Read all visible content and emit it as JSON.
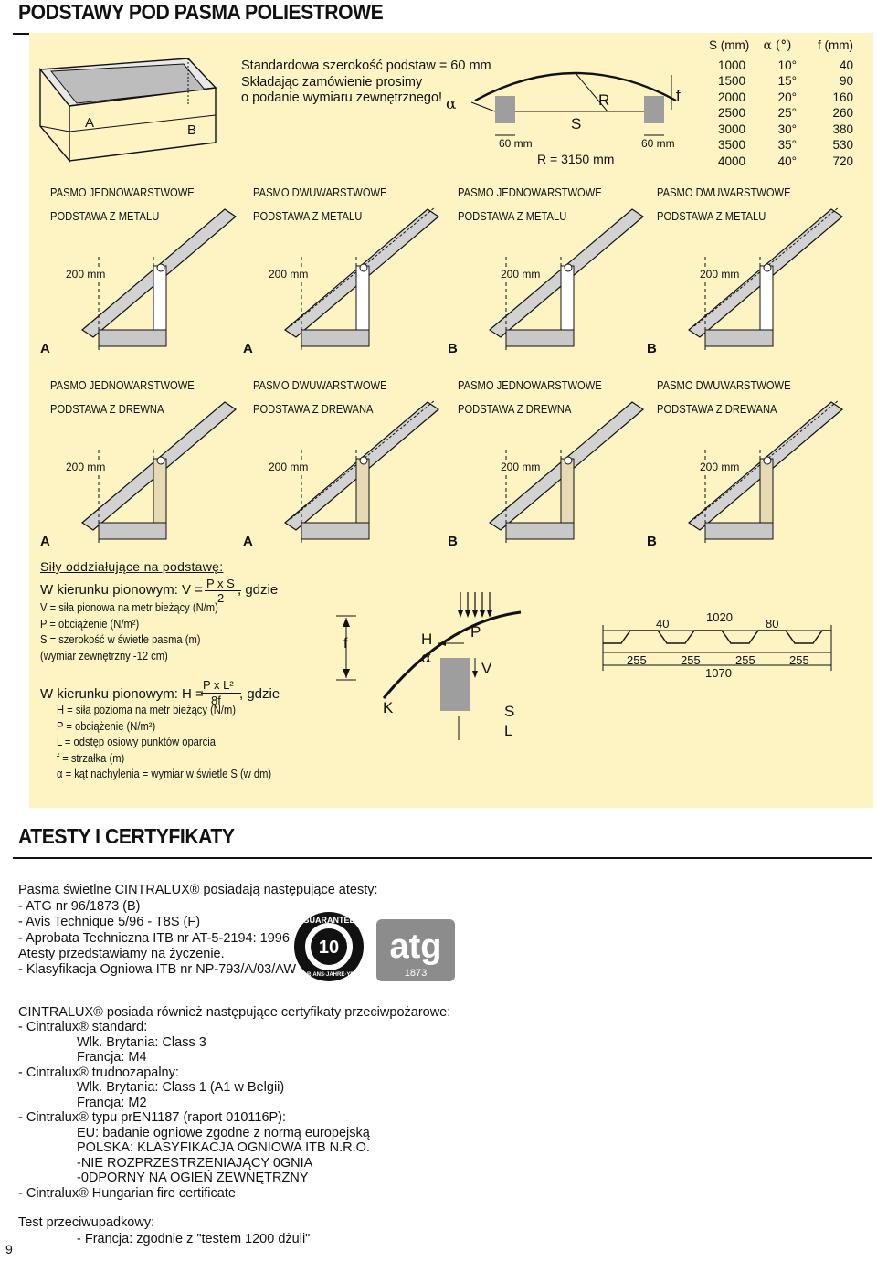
{
  "header": {
    "title": "PODSTAWY POD PASMA POLIESTROWE"
  },
  "intro": {
    "line1": "Standardowa szerokość podstaw = 60 mm",
    "line2": "Składając zamówienie prosimy",
    "line3": "o podanie wymiaru zewnętrznego!"
  },
  "box_labels": {
    "a": "A",
    "b": "B"
  },
  "arch": {
    "alpha": "α",
    "r": "R",
    "s": "S",
    "f": "f",
    "left_mm": "60 mm",
    "right_mm": "60 mm",
    "radius": "R = 3150 mm"
  },
  "table": {
    "headers": [
      "S (mm)",
      "α (°)",
      "f (mm)"
    ],
    "rows": [
      [
        "1000",
        "10°",
        "40"
      ],
      [
        "1500",
        "15°",
        "90"
      ],
      [
        "2000",
        "20°",
        "160"
      ],
      [
        "2500",
        "25°",
        "260"
      ],
      [
        "3000",
        "30°",
        "380"
      ],
      [
        "3500",
        "35°",
        "530"
      ],
      [
        "4000",
        "40°",
        "720"
      ]
    ]
  },
  "sections_metal": [
    {
      "h1": "PASMO JEDNOWARSTWOWE",
      "h2": "PODSTAWA Z METALU",
      "mm": "200 mm",
      "letter": "A"
    },
    {
      "h1": "PASMO DWUWARSTWOWE",
      "h2": "PODSTAWA Z METALU",
      "mm": "200 mm",
      "letter": "A"
    },
    {
      "h1": "PASMO JEDNOWARSTWOWE",
      "h2": "PODSTAWA Z METALU",
      "mm": "200 mm",
      "letter": "B"
    },
    {
      "h1": "PASMO DWUWARSTWOWE",
      "h2": "PODSTAWA Z METALU",
      "mm": "200 mm",
      "letter": "B"
    }
  ],
  "sections_wood": [
    {
      "h1": "PASMO JEDNOWARSTWOWE",
      "h2": "PODSTAWA Z DREWNA",
      "mm": "200 mm",
      "letter": "A"
    },
    {
      "h1": "PASMO DWUWARSTWOWE",
      "h2": "PODSTAWA Z DREWANA",
      "mm": "200 mm",
      "letter": "A"
    },
    {
      "h1": "PASMO JEDNOWARSTWOWE",
      "h2": "PODSTAWA Z DREWNA",
      "mm": "200 mm",
      "letter": "B"
    },
    {
      "h1": "PASMO DWUWARSTWOWE",
      "h2": "PODSTAWA Z DREWANA",
      "mm": "200 mm",
      "letter": "B"
    }
  ],
  "forces": {
    "heading": "Siły oddziałujące na podstawę:",
    "v_prefix": "W kierunku pionowym: V =",
    "v_num": "P x S",
    "v_den": "2",
    "v_suffix": ", gdzie",
    "v_lines": [
      "V = siła pionowa na metr bieżący (N/m)",
      "P = obciążenie (N/m²)",
      "S = szerokość w świetle pasma (m)",
      "(wymiar zewnętrzny -12 cm)"
    ],
    "h_prefix": "W kierunku pionowym: H =",
    "h_num": "P x L²",
    "h_den": "8f",
    "h_suffix": ", gdzie",
    "h_lines": [
      "H = siła pozioma na metr bieżący (N/m)",
      "P = obciążenie (N/m²)",
      "L = odstęp osiowy punktów oparcia",
      "f = strzałka (m)",
      "α = kąt nachylenia = wymiar w świetle S (w dm)"
    ]
  },
  "force_diagram": {
    "f": "f",
    "h": "H",
    "alpha": "α",
    "p": "P",
    "v": "V",
    "k": "K",
    "s": "S",
    "l": "L"
  },
  "profile": {
    "top": [
      "40",
      "1020",
      "80"
    ],
    "bottom": [
      "255",
      "255",
      "255",
      "255"
    ],
    "total": "1070"
  },
  "section2": {
    "title": "ATESTY I CERTYFIKATY"
  },
  "atesty": {
    "lines": [
      "Pasma świetlne CINTRALUX® posiadają następujące atesty:",
      "- ATG nr 96/1873 (B)",
      "- Avis Technique 5/96 - T8S (F)",
      "- Aprobata Techniczna ITB nr AT-5-2194: 1996",
      "Atesty przedstawiamy na życzenie.",
      "- Klasyfikacja Ogniowa ITB nr NP-793/A/03/AW"
    ]
  },
  "guarantee_logo": {
    "text": "GUARANTEE",
    "years": "10",
    "sub": "JAAR·ANS·JAHRE·YEAR"
  },
  "atg_logo": {
    "text": "atg",
    "num": "1873"
  },
  "certs": {
    "lines": [
      "CINTRALUX® posiada również następujące certyfikaty przeciwpożarowe:",
      "- Cintralux® standard:",
      "Wlk. Brytania: Class 3",
      "Francja: M4",
      "- Cintralux® trudnozapalny:",
      "Wlk. Brytania: Class 1 (A1 w Belgii)",
      "Francja: M2",
      "- Cintralux® typu prEN1187 (raport 010116P):",
      "EU: badanie ogniowe zgodne z normą europejską",
      "POLSKA: KLASYFIKACJA OGNIOWA ITB  N.R.O.",
      "-NIE ROZPRZESTRZENIAJĄCY 0GNIA",
      "-0DPORNY NA OGIEŃ ZEWNĘTRZNY",
      "- Cintralux® Hungarian fire certificate"
    ]
  },
  "impact": {
    "heading": "Test przeciwupadkowy:",
    "line": "- Francja: zgodnie z \"testem 1200 dżuli\""
  },
  "page_number": "9"
}
